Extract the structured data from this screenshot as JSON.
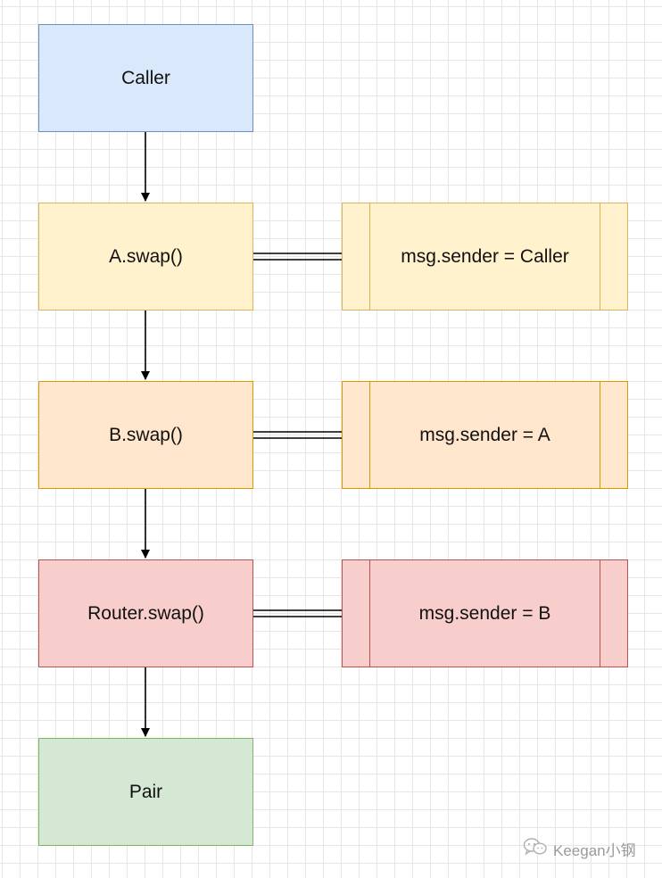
{
  "colors": {
    "caller": {
      "fill": "#dae8fc",
      "stroke": "#6c8ebf"
    },
    "a": {
      "fill": "#fff2cc",
      "stroke": "#d6b656"
    },
    "b": {
      "fill": "#ffe6cc",
      "stroke": "#d79b00"
    },
    "router": {
      "fill": "#f8cecc",
      "stroke": "#b85450"
    },
    "pair": {
      "fill": "#d5e8d4",
      "stroke": "#82b366"
    }
  },
  "nodes": {
    "caller": "Caller",
    "a": "A.swap()",
    "b": "B.swap()",
    "router": "Router.swap()",
    "pair": "Pair"
  },
  "notes": {
    "a": "msg.sender = Caller",
    "b": "msg.sender = A",
    "router": "msg.sender = B"
  },
  "watermark": "Keegan小钢"
}
